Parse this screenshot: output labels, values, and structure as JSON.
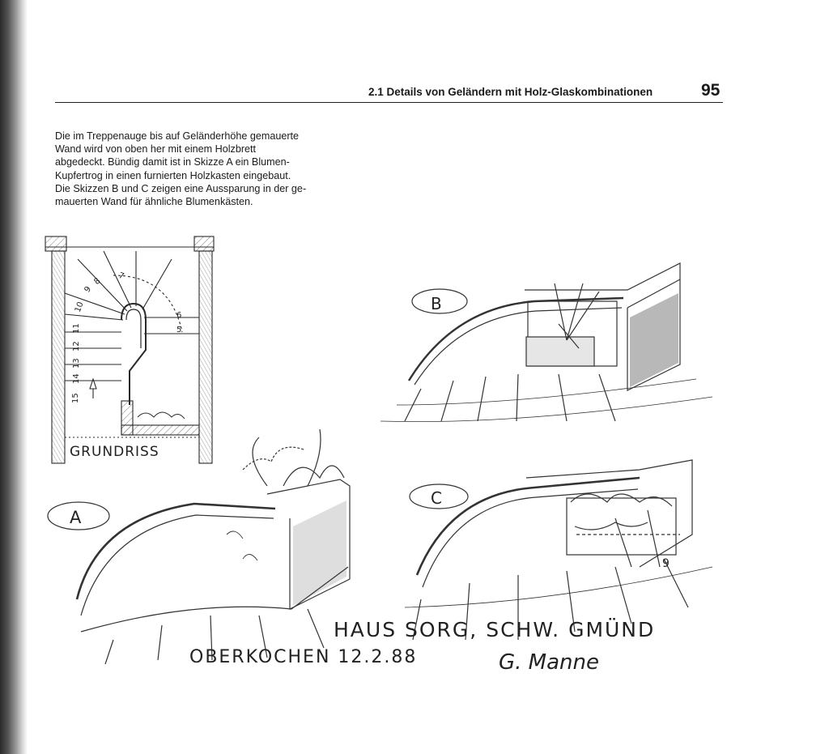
{
  "header": {
    "title": "2.1 Details von Geländern mit Holz-Glaskombinationen",
    "page_number": "95"
  },
  "body": {
    "lines": [
      "Die im Treppenauge bis auf Geländerhöhe gemauerte",
      "Wand wird von oben her mit einem Holzbrett",
      "abgedeckt. Bündig damit ist in Skizze A ein Blumen-",
      "Kupfertrog in einen furnierten Holzkasten eingebaut.",
      "Die Skizzen B und C zeigen eine Aussparung in der ge-",
      "mauerten Wand für ähnliche Blumenkästen."
    ]
  },
  "plan": {
    "label": "GRUNDRISS",
    "step_numbers": [
      "15",
      "14",
      "13",
      "12",
      "11",
      "10",
      "9",
      "8",
      "7",
      "6",
      "5"
    ]
  },
  "sketches": {
    "a_label": "A",
    "b_label": "B",
    "c_label": "C"
  },
  "handwriting": {
    "line1": "HAUS SORG, SCHW. GMÜND",
    "line2": "OBERKOCHEN 12.2.88",
    "signature": "G. Manne"
  },
  "colors": {
    "ink": "#1a1a1a",
    "pencil": "#3a3a3a",
    "shade": "#bdbdbd"
  }
}
